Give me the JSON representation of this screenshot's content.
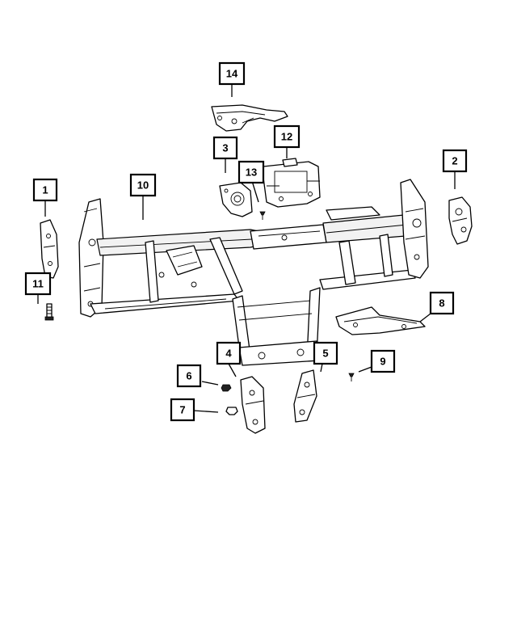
{
  "diagram": {
    "callouts": [
      "14",
      "12",
      "3",
      "13",
      "2",
      "1",
      "10",
      "11",
      "8",
      "4",
      "5",
      "6",
      "9",
      "7"
    ]
  }
}
